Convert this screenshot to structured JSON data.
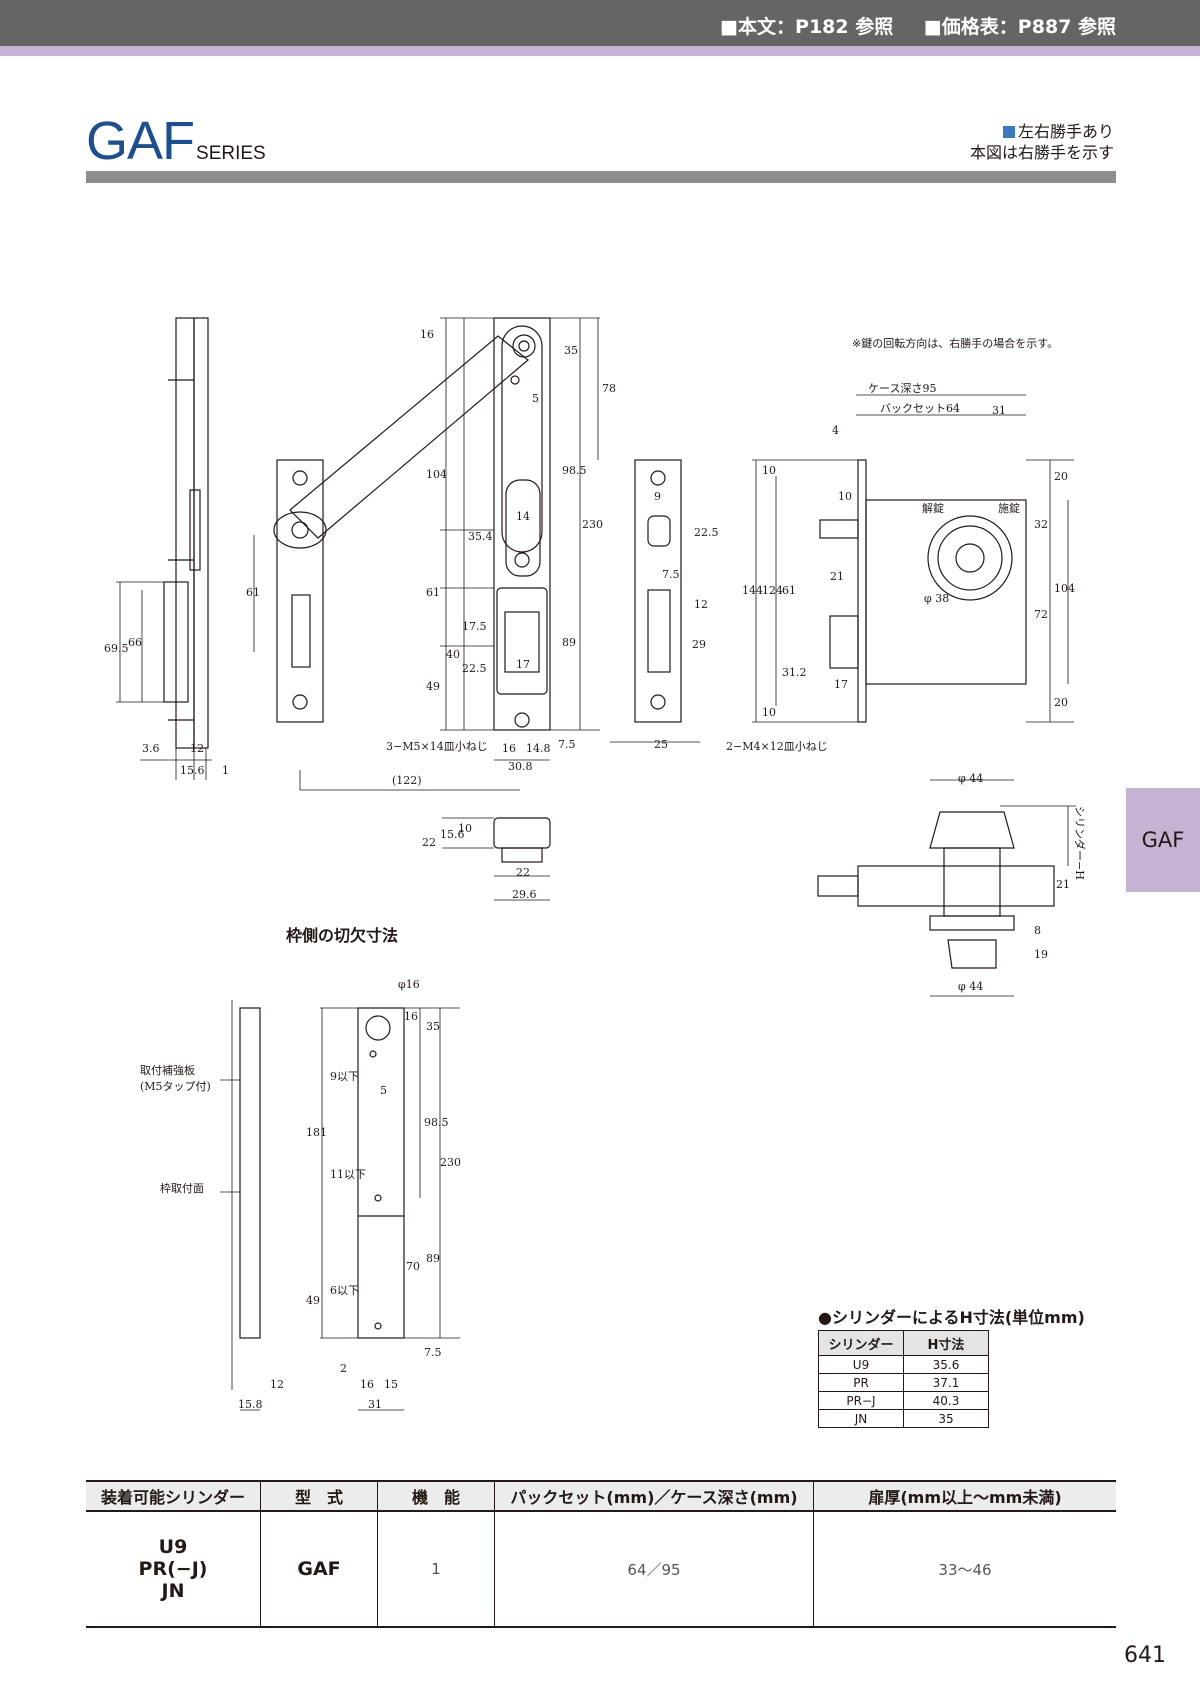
{
  "header": {
    "ref_text": "■本文：P182 参照",
    "ref_price": "■価格表：P887 参照"
  },
  "title": {
    "name": "GAF",
    "suffix": "SERIES"
  },
  "hand_note": {
    "line1": "左右勝手あり",
    "line2": "本図は右勝手を示す"
  },
  "side_tab": "GAF",
  "drawing": {
    "rotation_note": "※鍵の回転方向は、右勝手の場合を示す。",
    "case_depth": "ケース深さ95",
    "backset": "バックセット64",
    "unlock": "解錠",
    "lock": "施錠",
    "screw_main": "3−M5×14皿小ねじ",
    "screw_strike": "2−M4×12皿小ねじ",
    "cyl_h_label": "シリンダー−H",
    "frame_caption": "枠側の切欠寸法",
    "reinforce": "取付補強板",
    "reinforce2": "(M5タップ付)",
    "frame_surface": "枠取付面",
    "dims_front": [
      "16",
      "35",
      "5",
      "78",
      "104",
      "98.5",
      "230",
      "35.4",
      "14",
      "61",
      "61",
      "89",
      "17.5",
      "40",
      "22.5",
      "17",
      "49",
      "7.5",
      "16",
      "14.8",
      "30.8",
      "(122)"
    ],
    "dims_side": [
      "69.5",
      "66",
      "3.6",
      "12",
      "15.6",
      "1"
    ],
    "dims_strike": [
      "9",
      "22.5",
      "7.5",
      "12",
      "29",
      "25"
    ],
    "dims_case": [
      "4",
      "31",
      "10",
      "10",
      "144",
      "124",
      "61",
      "21",
      "31.2",
      "17",
      "10",
      "20",
      "32",
      "104",
      "72",
      "20",
      "φ 38"
    ],
    "dims_cyl": [
      "φ 44",
      "21",
      "8",
      "19",
      "φ 44"
    ],
    "dims_top": [
      "22",
      "15.6",
      "10",
      "22",
      "29.6"
    ],
    "dims_frame": [
      "φ16",
      "16",
      "35",
      "9以下",
      "5",
      "181",
      "98.5",
      "230",
      "11以下",
      "70",
      "89",
      "6以下",
      "49",
      "7.5",
      "2",
      "16",
      "15",
      "31",
      "12",
      "15.8"
    ]
  },
  "h_table": {
    "caption": "●シリンダーによるH寸法(単位mm)",
    "headers": [
      "シリンダー",
      "H寸法"
    ],
    "rows": [
      {
        "cyl": "U9",
        "h": "35.6"
      },
      {
        "cyl": "PR",
        "h": "37.1"
      },
      {
        "cyl": "PR−J",
        "h": "40.3"
      },
      {
        "cyl": "JN",
        "h": "35"
      }
    ]
  },
  "spec_table": {
    "headers": [
      "装着可能シリンダー",
      "型　式",
      "機　能",
      "パックセット(mm)／ケース深さ(mm)",
      "扉厚(mm以上〜mm未満)"
    ],
    "row": {
      "cylinders": [
        "U9",
        "PR(−J)",
        "JN"
      ],
      "model": "GAF",
      "function": "1",
      "backset_depth": "64／95",
      "door_thickness": "33〜46"
    }
  },
  "page_number": "641"
}
